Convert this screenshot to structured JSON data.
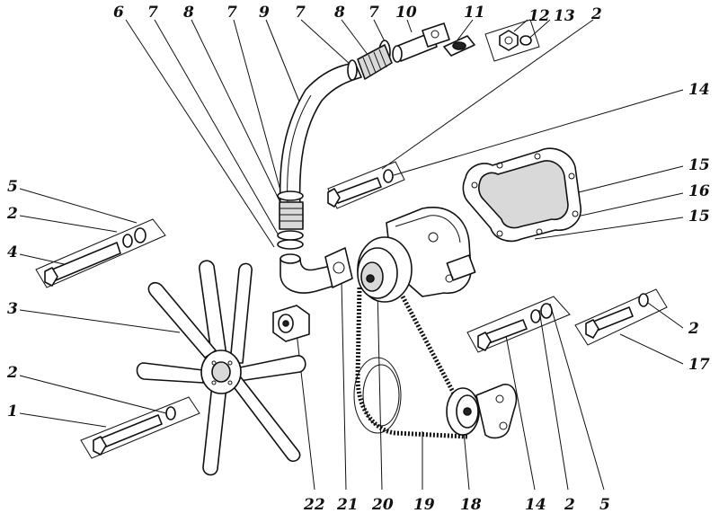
{
  "diagram": {
    "callouts": [
      "6",
      "7",
      "8",
      "7",
      "9",
      "7",
      "8",
      "7",
      "10",
      "11",
      "12",
      "13",
      "2",
      "14",
      "5",
      "2",
      "4",
      "15",
      "16",
      "15",
      "3",
      "2",
      "2",
      "17",
      "1",
      "22",
      "21",
      "20",
      "19",
      "18",
      "14",
      "2",
      "5"
    ]
  }
}
